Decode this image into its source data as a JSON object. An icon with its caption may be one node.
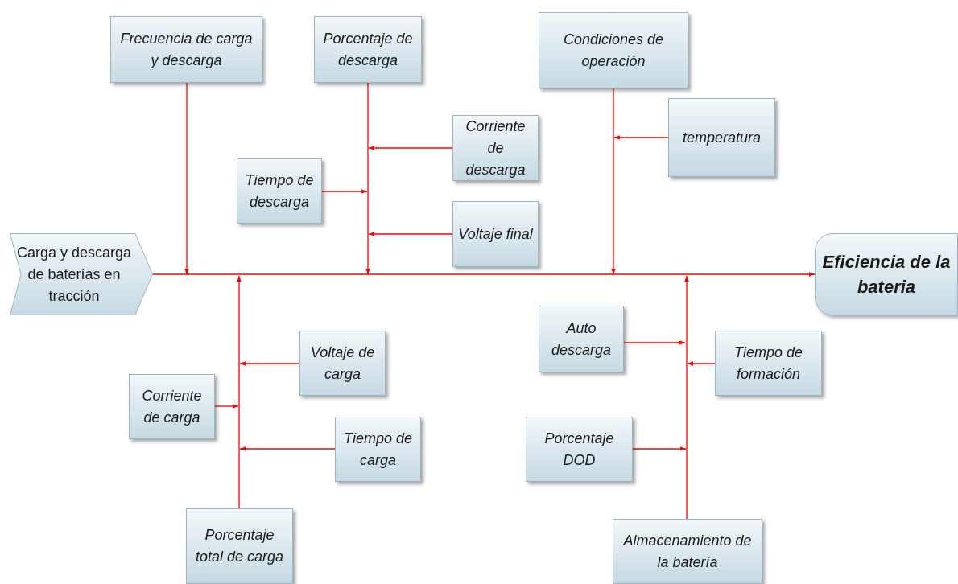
{
  "diagram": {
    "nodes": [
      {
        "text": [
          "Frecuencia de carga y descarga"
        ]
      },
      {
        "text": [
          "Porcentaje de descarga"
        ]
      },
      {
        "text": [
          "Condiciones de operación"
        ]
      },
      {
        "text": [
          "temperatura"
        ]
      },
      {
        "text": [
          "Corriente de descarga"
        ]
      },
      {
        "text": [
          "Tiempo de descarga"
        ]
      },
      {
        "text": [
          "Voltaje final"
        ]
      },
      {
        "text": [
          "Carga y descarga de baterías en tracción"
        ]
      },
      {
        "text": [
          "Eficiencia de la bateria"
        ]
      },
      {
        "text": [
          "Auto descarga"
        ]
      },
      {
        "text": [
          "Voltaje de carga"
        ]
      },
      {
        "text": [
          "Tiempo de formación"
        ]
      },
      {
        "text": [
          "Corriente de carga"
        ]
      },
      {
        "text": [
          "Tiempo de carga"
        ]
      },
      {
        "text": [
          "Porcentaje DOD"
        ]
      },
      {
        "text": [
          "Porcentaje total de carga"
        ]
      },
      {
        "text": [
          "Almacenamiento de la batería"
        ]
      }
    ],
    "edges": [
      {
        "from": 7,
        "to": 8,
        "arrow": "to"
      },
      {
        "from": 0,
        "to": null,
        "arrow": "to"
      },
      {
        "from": 1,
        "to": null,
        "arrow": "to"
      },
      {
        "from": 2,
        "to": null,
        "arrow": "to"
      },
      {
        "from": 15,
        "to": null,
        "arrow": "to"
      },
      {
        "from": 16,
        "to": null,
        "arrow": "to"
      },
      {
        "from": 4,
        "to": null,
        "arrow": "to"
      },
      {
        "from": 5,
        "to": null,
        "arrow": "to"
      },
      {
        "from": 6,
        "to": null,
        "arrow": "to"
      },
      {
        "from": 3,
        "to": null,
        "arrow": "to"
      },
      {
        "from": 10,
        "to": null,
        "arrow": "to"
      },
      {
        "from": 12,
        "to": null,
        "arrow": "to"
      },
      {
        "from": 13,
        "to": null,
        "arrow": "to"
      },
      {
        "from": 9,
        "to": null,
        "arrow": "to"
      },
      {
        "from": 11,
        "to": null,
        "arrow": "to"
      },
      {
        "from": 14,
        "to": null,
        "arrow": "to"
      }
    ]
  }
}
